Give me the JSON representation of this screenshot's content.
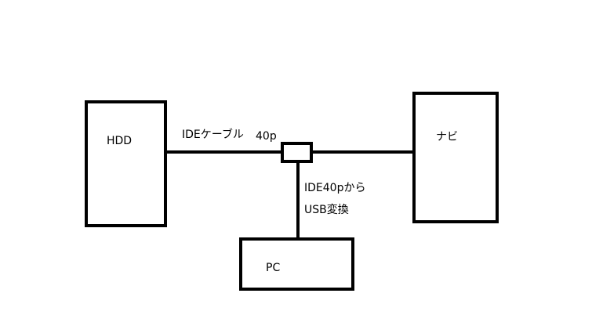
{
  "boxes": {
    "hdd": "HDD",
    "navi": "ナビ",
    "pc": "PC"
  },
  "labels": {
    "cable": "IDEケーブル",
    "pins": "40p",
    "adapter_line1": "IDE40pから",
    "adapter_line2": "USB変換"
  },
  "colors": {
    "stroke": "#000000",
    "background": "#ffffff"
  }
}
